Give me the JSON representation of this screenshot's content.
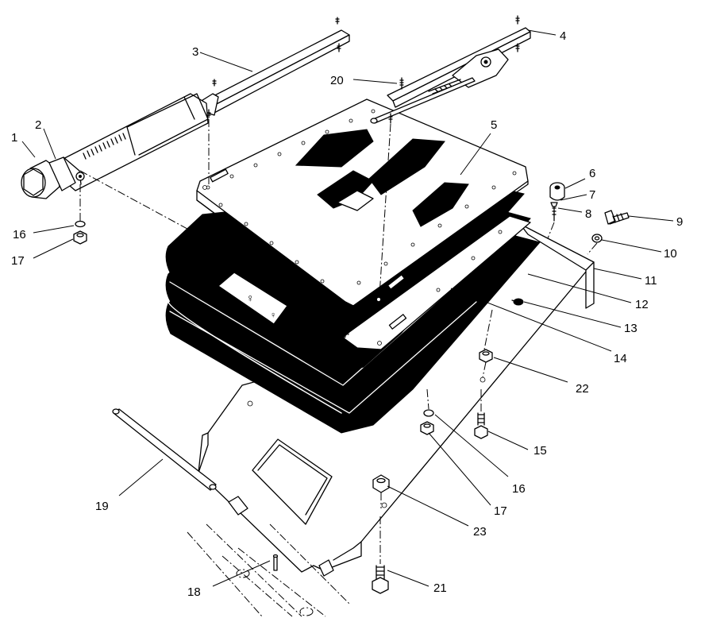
{
  "callouts": [
    {
      "id": "c1",
      "label": "1"
    },
    {
      "id": "c2",
      "label": "2"
    },
    {
      "id": "c3",
      "label": "3"
    },
    {
      "id": "c4",
      "label": "4"
    },
    {
      "id": "c5",
      "label": "5"
    },
    {
      "id": "c6",
      "label": "6"
    },
    {
      "id": "c7",
      "label": "7"
    },
    {
      "id": "c8",
      "label": "8"
    },
    {
      "id": "c9",
      "label": "9"
    },
    {
      "id": "c10",
      "label": "10"
    },
    {
      "id": "c11",
      "label": "11"
    },
    {
      "id": "c12",
      "label": "12"
    },
    {
      "id": "c13",
      "label": "13"
    },
    {
      "id": "c14",
      "label": "14"
    },
    {
      "id": "c15",
      "label": "15"
    },
    {
      "id": "c16a",
      "label": "16"
    },
    {
      "id": "c16b",
      "label": "16"
    },
    {
      "id": "c17a",
      "label": "17"
    },
    {
      "id": "c17b",
      "label": "17"
    },
    {
      "id": "c18",
      "label": "18"
    },
    {
      "id": "c19",
      "label": "19"
    },
    {
      "id": "c20",
      "label": "20"
    },
    {
      "id": "c21",
      "label": "21"
    },
    {
      "id": "c22",
      "label": "22"
    },
    {
      "id": "c23",
      "label": "23"
    }
  ]
}
